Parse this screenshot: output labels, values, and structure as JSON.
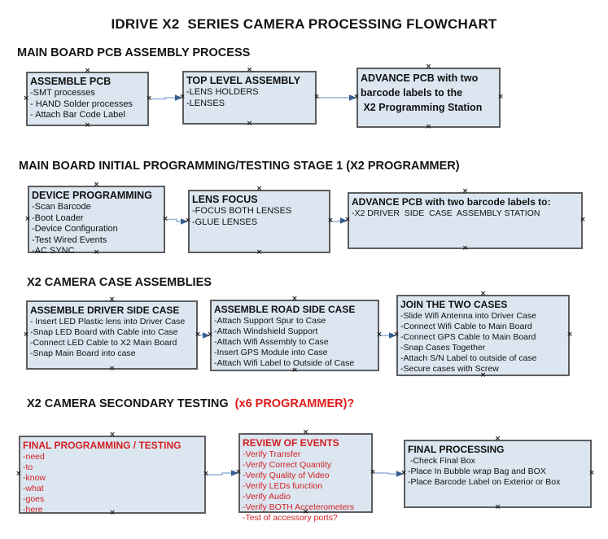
{
  "title": "IDRIVE X2  SERIES CAMERA PROCESSING FLOWCHART",
  "handle_glyph": "×",
  "colors": {
    "box_fill": "#dce6f1",
    "box_border": "#5d5d5d",
    "arrow_line": "#95b3d7",
    "arrow_head": "#365f91",
    "red_text": "#d21f1f",
    "heading_accent_red": "#e01a1a",
    "text": "#141414"
  },
  "sections": [
    {
      "heading": "MAIN BOARD PCB ASSEMBLY PROCESS",
      "heading_accent": "",
      "boxes": [
        {
          "id": "assemble-pcb",
          "title": "ASSEMBLE PCB",
          "lines": [
            "-SMT processes",
            "- HAND Solder processes",
            "- Attach Bar Code Label"
          ]
        },
        {
          "id": "top-level-assembly",
          "title": "TOP LEVEL ASSEMBLY",
          "lines": [
            "-LENS HOLDERS",
            "-LENSES"
          ]
        },
        {
          "id": "advance-pcb-1",
          "title": "ADVANCE PCB with two",
          "lines": [
            "barcode labels to the",
            " X2 Programming Station"
          ]
        }
      ]
    },
    {
      "heading": "MAIN BOARD INITIAL PROGRAMMING/TESTING STAGE 1 (X2 PROGRAMMER)",
      "heading_accent": "",
      "boxes": [
        {
          "id": "device-programming",
          "title": "DEVICE PROGRAMMING",
          "lines": [
            "-Scan Barcode",
            "-Boot Loader",
            "-Device Configuration",
            "-Test Wired Events",
            "-AC SYNC"
          ]
        },
        {
          "id": "lens-focus",
          "title": "LENS FOCUS",
          "lines": [
            "-FOCUS BOTH LENSES",
            "-GLUE LENSES"
          ]
        },
        {
          "id": "advance-pcb-2",
          "title": "ADVANCE PCB with two barcode labels to:",
          "lines": [
            "-X2 DRIVER  SIDE  CASE  ASSEMBLY STATION"
          ]
        }
      ]
    },
    {
      "heading": "X2 CAMERA CASE ASSEMBLIES",
      "heading_accent": "",
      "boxes": [
        {
          "id": "assemble-driver-side-case",
          "title": "ASSEMBLE DRIVER SIDE CASE",
          "lines": [
            "- Insert LED Plastic lens into Driver Case",
            "-Snap LED Board with Cable into Case",
            "-Connect LED Cable to X2 Main Board",
            "-Snap Main Board into case"
          ]
        },
        {
          "id": "assemble-road-side-case",
          "title": "ASSEMBLE ROAD SIDE CASE",
          "lines": [
            "-Attach Support Spur to Case",
            "-Attach Windshield Support",
            "-Attach Wifi Assembly to Case",
            "-Insert GPS Module into Case",
            "-Attach Wifi Label to Outside of Case"
          ]
        },
        {
          "id": "join-the-two-cases",
          "title": "JOIN THE TWO CASES",
          "lines": [
            "-Slide Wifi Antenna into Driver Case",
            "-Connect Wifi Cable to Main Board",
            "-Connect GPS Cable to Main Board",
            "-Snap Cases Together",
            "-Attach S/N Label to outside of case",
            "-Secure cases with Screw"
          ]
        }
      ]
    },
    {
      "heading": "X2 CAMERA SECONDARY TESTING  ",
      "heading_accent": "(x6 PROGRAMMER)?",
      "boxes": [
        {
          "id": "final-programming-testing",
          "title": "FINAL PROGRAMMING / TESTING",
          "lines": [
            "-need",
            "-to",
            "-know",
            "-what",
            "-goes",
            "-here"
          ]
        },
        {
          "id": "review-of-events",
          "title": "REVIEW OF EVENTS",
          "lines": [
            "-Verify Transfer",
            "-Verify Correct Quantity",
            "-Verify Quality of Video",
            "-Verify LEDs function",
            "-Verify Audio",
            "-Verify BOTH Accelerometers",
            "-Test of accessory ports?"
          ]
        },
        {
          "id": "final-processing",
          "title": "FINAL PROCESSING",
          "lines": [
            " -Check Final Box",
            "-Place In Bubble wrap Bag and BOX",
            "-Place Barcode Label on Exterior or Box"
          ]
        }
      ]
    }
  ],
  "connections": [
    {
      "from": "assemble-pcb",
      "to": "top-level-assembly"
    },
    {
      "from": "top-level-assembly",
      "to": "advance-pcb-1"
    },
    {
      "from": "device-programming",
      "to": "lens-focus"
    },
    {
      "from": "lens-focus",
      "to": "advance-pcb-2"
    },
    {
      "from": "assemble-driver-side-case",
      "to": "assemble-road-side-case"
    },
    {
      "from": "assemble-road-side-case",
      "to": "join-the-two-cases"
    },
    {
      "from": "final-programming-testing",
      "to": "review-of-events"
    },
    {
      "from": "review-of-events",
      "to": "final-processing"
    }
  ]
}
